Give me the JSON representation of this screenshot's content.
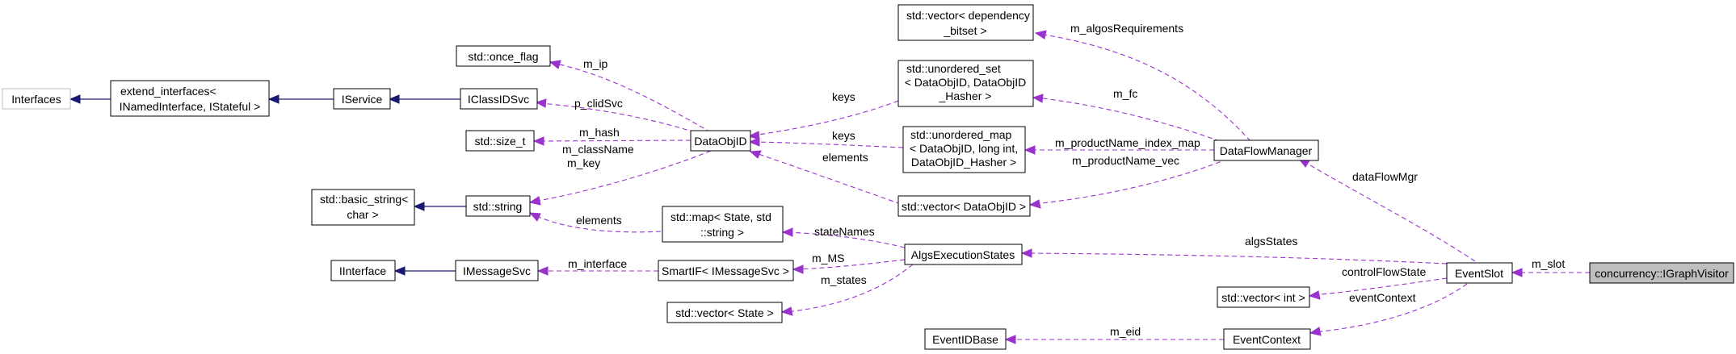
{
  "nodes": {
    "interfaces": [
      "Interfaces"
    ],
    "extend_interfaces": [
      "extend_interfaces<",
      "INamedInterface, IStateful >"
    ],
    "iservice": [
      "IService"
    ],
    "iclassidsvc": [
      "IClassIDSvc"
    ],
    "once_flag": [
      "std::once_flag"
    ],
    "size_t": [
      "std::size_t"
    ],
    "basic_string": [
      "std::basic_string<",
      "char >"
    ],
    "string": [
      "std::string"
    ],
    "iinterface": [
      "IInterface"
    ],
    "imessagesvc": [
      "IMessageSvc"
    ],
    "dataobjid": [
      "DataObjID"
    ],
    "vector_dep": [
      "std::vector< dependency",
      "_bitset >"
    ],
    "unordered_set": [
      "std::unordered_set",
      "< DataObjID, DataObjID",
      "_Hasher >"
    ],
    "unordered_map": [
      "std::unordered_map",
      "< DataObjID, long int,",
      "DataObjID_Hasher >"
    ],
    "vector_dataobjid": [
      "std::vector< DataObjID >"
    ],
    "map_state": [
      "std::map< State, std",
      "::string >"
    ],
    "smartif": [
      "SmartIF< IMessageSvc >"
    ],
    "vector_state": [
      "std::vector< State >"
    ],
    "algs_exec": [
      "AlgsExecutionStates"
    ],
    "dataflow_mgr": [
      "DataFlowManager"
    ],
    "vector_int": [
      "std::vector< int >"
    ],
    "eventidbase": [
      "EventIDBase"
    ],
    "eventcontext": [
      "EventContext"
    ],
    "eventslot": [
      "EventSlot"
    ],
    "igraphvisitor": [
      "concurrency::IGraphVisitor"
    ]
  },
  "edges": {
    "m_ip": "m_ip",
    "p_clidSvc": "p_clidSvc",
    "m_hash": "m_hash",
    "m_className_m_key": [
      "m_className",
      "m_key"
    ],
    "keys_set": "keys",
    "keys_map": "keys",
    "elements_vec": "elements",
    "elements_map": "elements",
    "m_algosRequirements": "m_algosRequirements",
    "m_fc": "m_fc",
    "m_productName_index_map": "m_productName_index_map",
    "m_productName_vec": "m_productName_vec",
    "stateNames": "stateNames",
    "m_MS": "m_MS",
    "m_interface": "m_interface",
    "m_states": "m_states",
    "dataFlowMgr": "dataFlowMgr",
    "algsStates": "algsStates",
    "controlFlowState": "controlFlowState",
    "eventContext": "eventContext",
    "m_eid": "m_eid",
    "m_slot": "m_slot"
  },
  "colors": {
    "inheritance": "#191970",
    "usage": "#9a32cd",
    "focus_fill": "#bfbfbf",
    "gray_border": "#bfbfbf"
  }
}
